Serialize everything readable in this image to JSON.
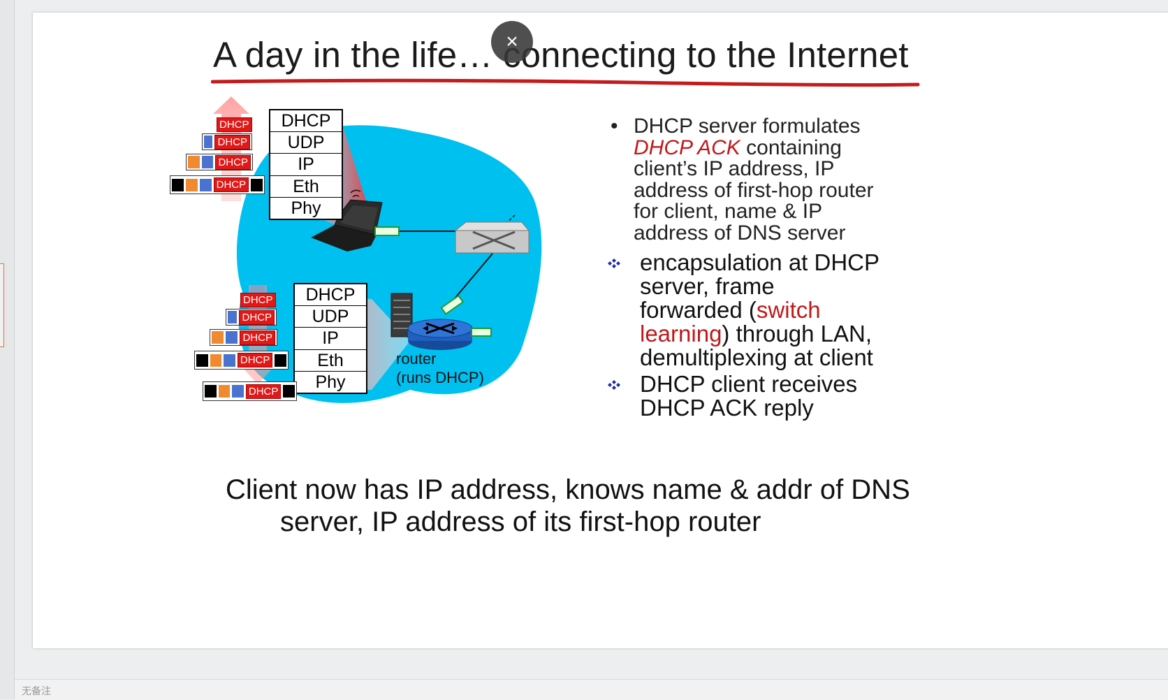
{
  "slide": {
    "title": "A day in the life… connecting to the Internet",
    "close_symbol": "×",
    "diagram": {
      "client_stack": [
        "DHCP",
        "UDP",
        "IP",
        "Eth",
        "Phy"
      ],
      "server_stack": [
        "DHCP",
        "UDP",
        "IP",
        "Eth",
        "Phy"
      ],
      "packet_label": "DHCP",
      "router_label_line1": "router",
      "router_label_line2": "(runs DHCP)"
    },
    "bullet1": {
      "dot": "•",
      "line1": "DHCP server formulates",
      "highlight": "DHCP ACK",
      "line2_rest": " containing",
      "line3": "client’s IP address, IP",
      "line4": "address of first-hop router",
      "line5": "for client, name & IP",
      "line6": "address of DNS server"
    },
    "bullet2": {
      "line1": "encapsulation at DHCP",
      "line2": "server, frame",
      "line3_pre": "forwarded (",
      "line3_red": "switch",
      "line4_red": "learning",
      "line4_rest": ") through LAN,",
      "line5": "demultiplexing at client"
    },
    "bullet3": {
      "line1": "DHCP client receives",
      "line2": "DHCP ACK reply"
    },
    "summary": {
      "line1": "Client now has IP address, knows name & addr of DNS",
      "line2": "server, IP address of its first-hop router"
    }
  },
  "notes_pane": {
    "text": "无备注"
  },
  "colors": {
    "accent_red": "#c0181a",
    "network_cloud": "#00c0f0",
    "router_blue": "#1f5fbf",
    "link_green": "#22aa33",
    "packet_red": "#e01818",
    "packet_blue": "#4a73d0",
    "packet_orange": "#f08a30"
  },
  "icons": [
    "close-icon",
    "laptop-icon",
    "switch-icon",
    "router-icon",
    "server-icon",
    "up-arrow-icon",
    "down-arrow-icon",
    "diamond-bullet-icon"
  ]
}
